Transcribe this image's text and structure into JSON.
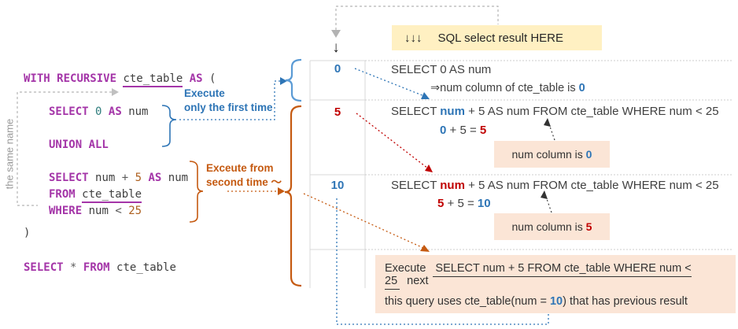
{
  "colors": {
    "accent_blue": "#2E75B6",
    "light_blue_brace": "#5B9BD5",
    "red": "#C00000",
    "orange": "#C55A11",
    "keyword_purple": "#A435A8",
    "peach_box": "#FBE5D6",
    "yellow_box": "#FFF0C2",
    "gray_dashed": "#B3B3B3",
    "code_text": "#3F3F3F"
  },
  "code": {
    "l1": {
      "w1": "WITH",
      "w2": "RECURSIVE",
      "w3": "cte_table",
      "w4": "AS",
      "w5": "("
    },
    "l2": {
      "w1": "SELECT",
      "w2": "0",
      "w3": "AS",
      "w4": "num"
    },
    "l3": {
      "w1": "UNION ALL"
    },
    "l4": {
      "w1": "SELECT",
      "w2": "num",
      "w3": "+",
      "w4": "5",
      "w5": "AS",
      "w6": "num"
    },
    "l5": {
      "w1": "FROM",
      "w2": "cte_table"
    },
    "l6": {
      "w1": "WHERE",
      "w2": "num",
      "w3": "<",
      "w4": "25"
    },
    "l7": {
      "w1": ")"
    },
    "l8": {
      "w1": "SELECT",
      "w2": "*",
      "w3": "FROM",
      "w4": "cte_table"
    }
  },
  "annotations": {
    "same_name": "the same name",
    "first_time_1": "Execute",
    "first_time_2": "only the first time",
    "second_time_1": "Exceute from",
    "second_time_2": "second time ～",
    "header_arrows": "↓↓↓",
    "header_text": "SQL select result  HERE",
    "col_arrow": "↓"
  },
  "rows": {
    "r1": {
      "value": "0",
      "sql": "SELECT 0 AS num",
      "note_pre": "⇒num column of cte_table is ",
      "note_val": "0"
    },
    "r2": {
      "value": "5",
      "sql_a": "SELECT ",
      "sql_b": "num",
      "sql_c": " + 5 AS num FROM cte_table WHERE num < 25",
      "eq_a": "0",
      "eq_b": " + 5 = ",
      "eq_c": "5",
      "box_a": "num column is ",
      "box_b": "0"
    },
    "r3": {
      "value": "10",
      "sql_a": "SELECT ",
      "sql_b": "num",
      "sql_c": " + 5 AS num FROM cte_table WHERE num < 25",
      "eq_a": "5",
      "eq_b": " + 5 = ",
      "eq_c": "10",
      "box_a": "num column is ",
      "box_b": "5"
    },
    "r4": {
      "a": "Execute",
      "b": "SELECT num + 5 FROM cte_table WHERE num < 25",
      "c": "next",
      "d": "this query uses cte_table(num = ",
      "e": "10",
      "f": ") that has previous result"
    }
  }
}
